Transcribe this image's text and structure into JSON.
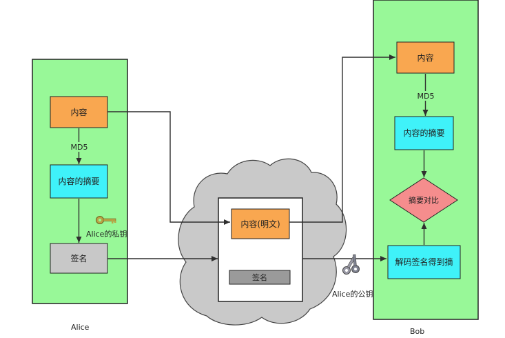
{
  "alice": {
    "label": "Alice",
    "content": "内容",
    "md5": "MD5",
    "digest": "内容的摘要",
    "private_key": "Alice的私钥",
    "signature": "签名"
  },
  "channel": {
    "plaintext": "内容(明文)",
    "signature": "签名",
    "public_key": "Alice的公钥"
  },
  "bob": {
    "label": "Bob",
    "content": "内容",
    "md5": "MD5",
    "digest": "内容的摘要",
    "compare": "摘要对比",
    "decrypt": "解码签名得到摘"
  },
  "colors": {
    "panel_green": "#98F898",
    "content_orange": "#F9A750",
    "digest_cyan": "#3FF2F9",
    "signature_gray": "#C8C8C8",
    "compare_pink": "#F58D8D",
    "cloud_gray": "#C9C9C9"
  }
}
